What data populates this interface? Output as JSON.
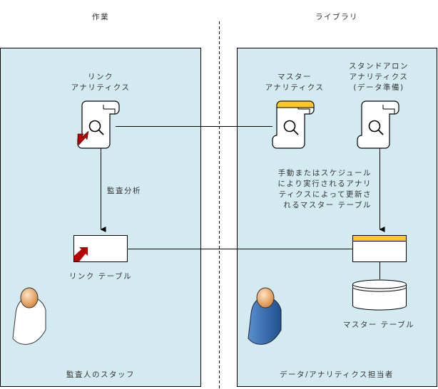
{
  "headers": {
    "work": "作業",
    "library": "ライブラリ"
  },
  "left_panel": {
    "link_analytics": "リンク\nアナリティクス",
    "audit_analysis": "監査分析",
    "link_table": "リンク テーブル",
    "staff": "監査人のスタッフ"
  },
  "right_panel": {
    "master_analytics": "マスター\nアナリティクス",
    "standalone_analytics": "スタンドアロン\nアナリティクス\n(データ準備)",
    "note": "手動またはスケジュール\nにより実行されるアナリ\nティクスによって更新さ\nれるマスター テーブル",
    "master_table": "マスター テーブル",
    "owner": "データ/アナリティクス担当者"
  },
  "colors": {
    "panel": "#d3eaf0",
    "accent_yellow": "#ffc825",
    "link_red": "#b40000",
    "person_blue": "#3a6fb0"
  }
}
